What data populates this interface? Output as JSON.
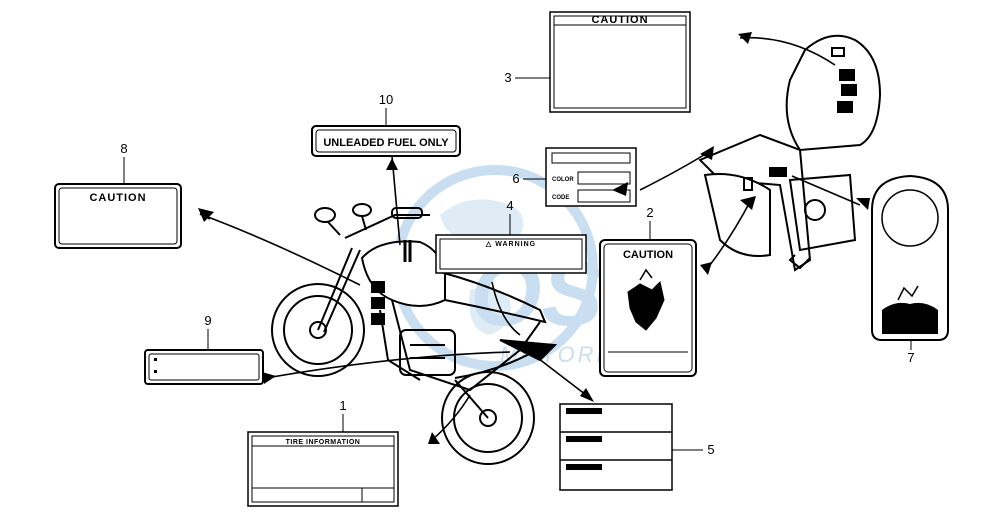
{
  "watermark": {
    "brand": "OSM",
    "sub": "MOTORPARTS",
    "color": "#9ec4e4"
  },
  "colors": {
    "line": "#000000",
    "paper": "#ffffff"
  },
  "labels": {
    "caution_top": "CAUTION",
    "caution_left": "CAUTION",
    "caution_right": "CAUTION",
    "unleaded": "UNLEADED FUEL ONLY",
    "warning": "△ WARNING",
    "tire": "TIRE INFORMATION",
    "color": "COLOR",
    "code": "CODE"
  },
  "callouts": [
    "1",
    "2",
    "3",
    "4",
    "5",
    "6",
    "7",
    "8",
    "9",
    "10"
  ]
}
